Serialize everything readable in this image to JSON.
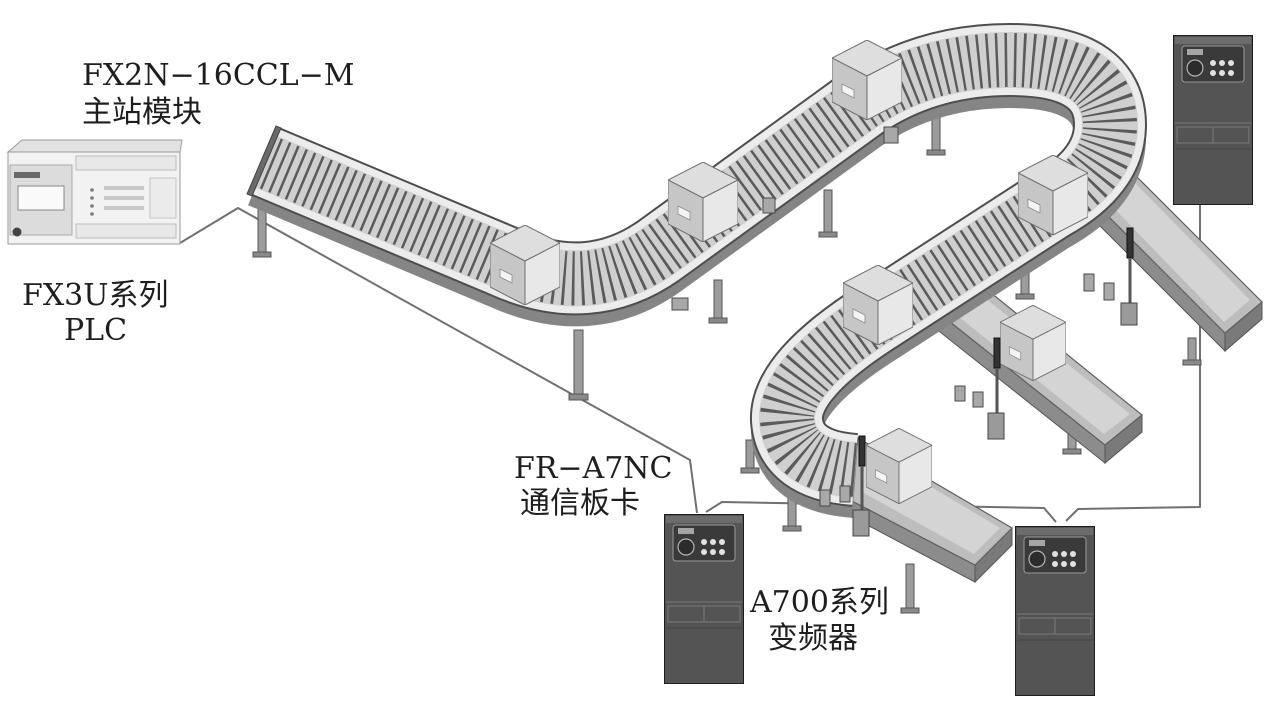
{
  "labels": {
    "master_module_model": "FX2N−16CCL−M",
    "master_module_name": "主站模块",
    "plc_series": "FX3U系列",
    "plc_name": "PLC",
    "comm_card_model": "FR−A7NC",
    "comm_card_name": "通信板卡",
    "inverter_series": "A700系列",
    "inverter_name": "变频器"
  }
}
